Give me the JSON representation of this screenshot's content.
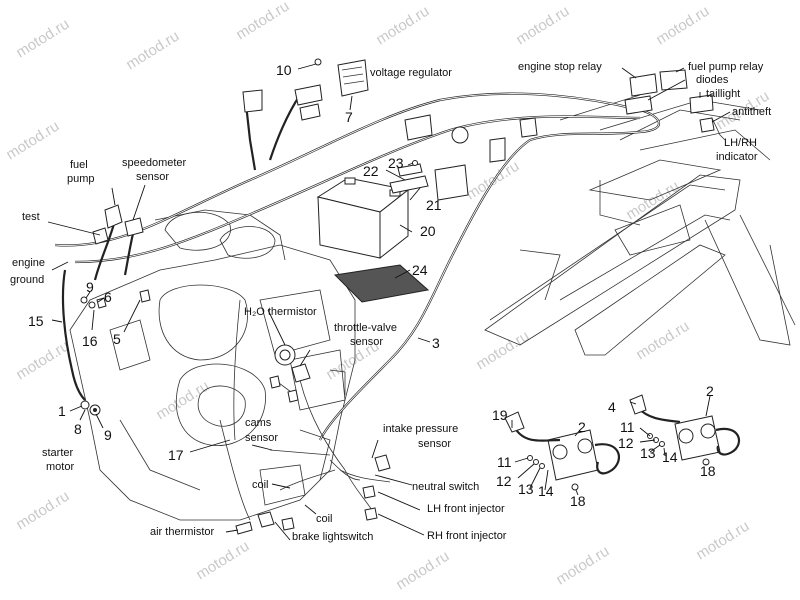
{
  "watermark": "motod.ru",
  "labels": {
    "voltage_regulator": "voltage regulator",
    "engine_stop_relay": "engine stop relay",
    "fuel_pump_relay": "fuel pump relay",
    "diodes": "diodes",
    "taillight": "taillight",
    "antitheft": "antitheft",
    "lh_rh": "LH/RH",
    "indicator": "indicator",
    "fuel": "fuel",
    "pump": "pump",
    "speedometer": "speedometer",
    "sensor": "sensor",
    "test": "test",
    "engine": "engine",
    "ground": "ground",
    "h2o_thermistor": "H₂O thermistor",
    "throttle_valve": "throttle-valve",
    "sensor2": "sensor",
    "starter": "starter",
    "motor": "motor",
    "cams": "cams",
    "sensor3": "sensor",
    "intake_pressure": "intake pressure",
    "sensor4": "sensor",
    "coil": "coil",
    "coil2": "coil",
    "neutral_switch": "neutral switch",
    "lh_front_injector": "LH front injector",
    "rh_front_injector": "RH front injector",
    "air_thermistor": "air thermistor",
    "brake_lightswitch": "brake lightswitch"
  },
  "callouts": {
    "n10": "10",
    "n7": "7",
    "n22": "22",
    "n23": "23",
    "n21": "21",
    "n20": "20",
    "n24": "24",
    "n3": "3",
    "n9a": "9",
    "n6": "6",
    "n16": "16",
    "n5": "5",
    "n15": "15",
    "n1": "1",
    "n8": "8",
    "n9b": "9",
    "n17": "17",
    "n19": "19",
    "n2a": "2",
    "n11a": "11",
    "n12a": "12",
    "n13a": "13",
    "n14a": "14",
    "n18a": "18",
    "n4": "4",
    "n2b": "2",
    "n11b": "11",
    "n12b": "12",
    "n13b": "13",
    "n14b": "14",
    "n18b": "18"
  }
}
